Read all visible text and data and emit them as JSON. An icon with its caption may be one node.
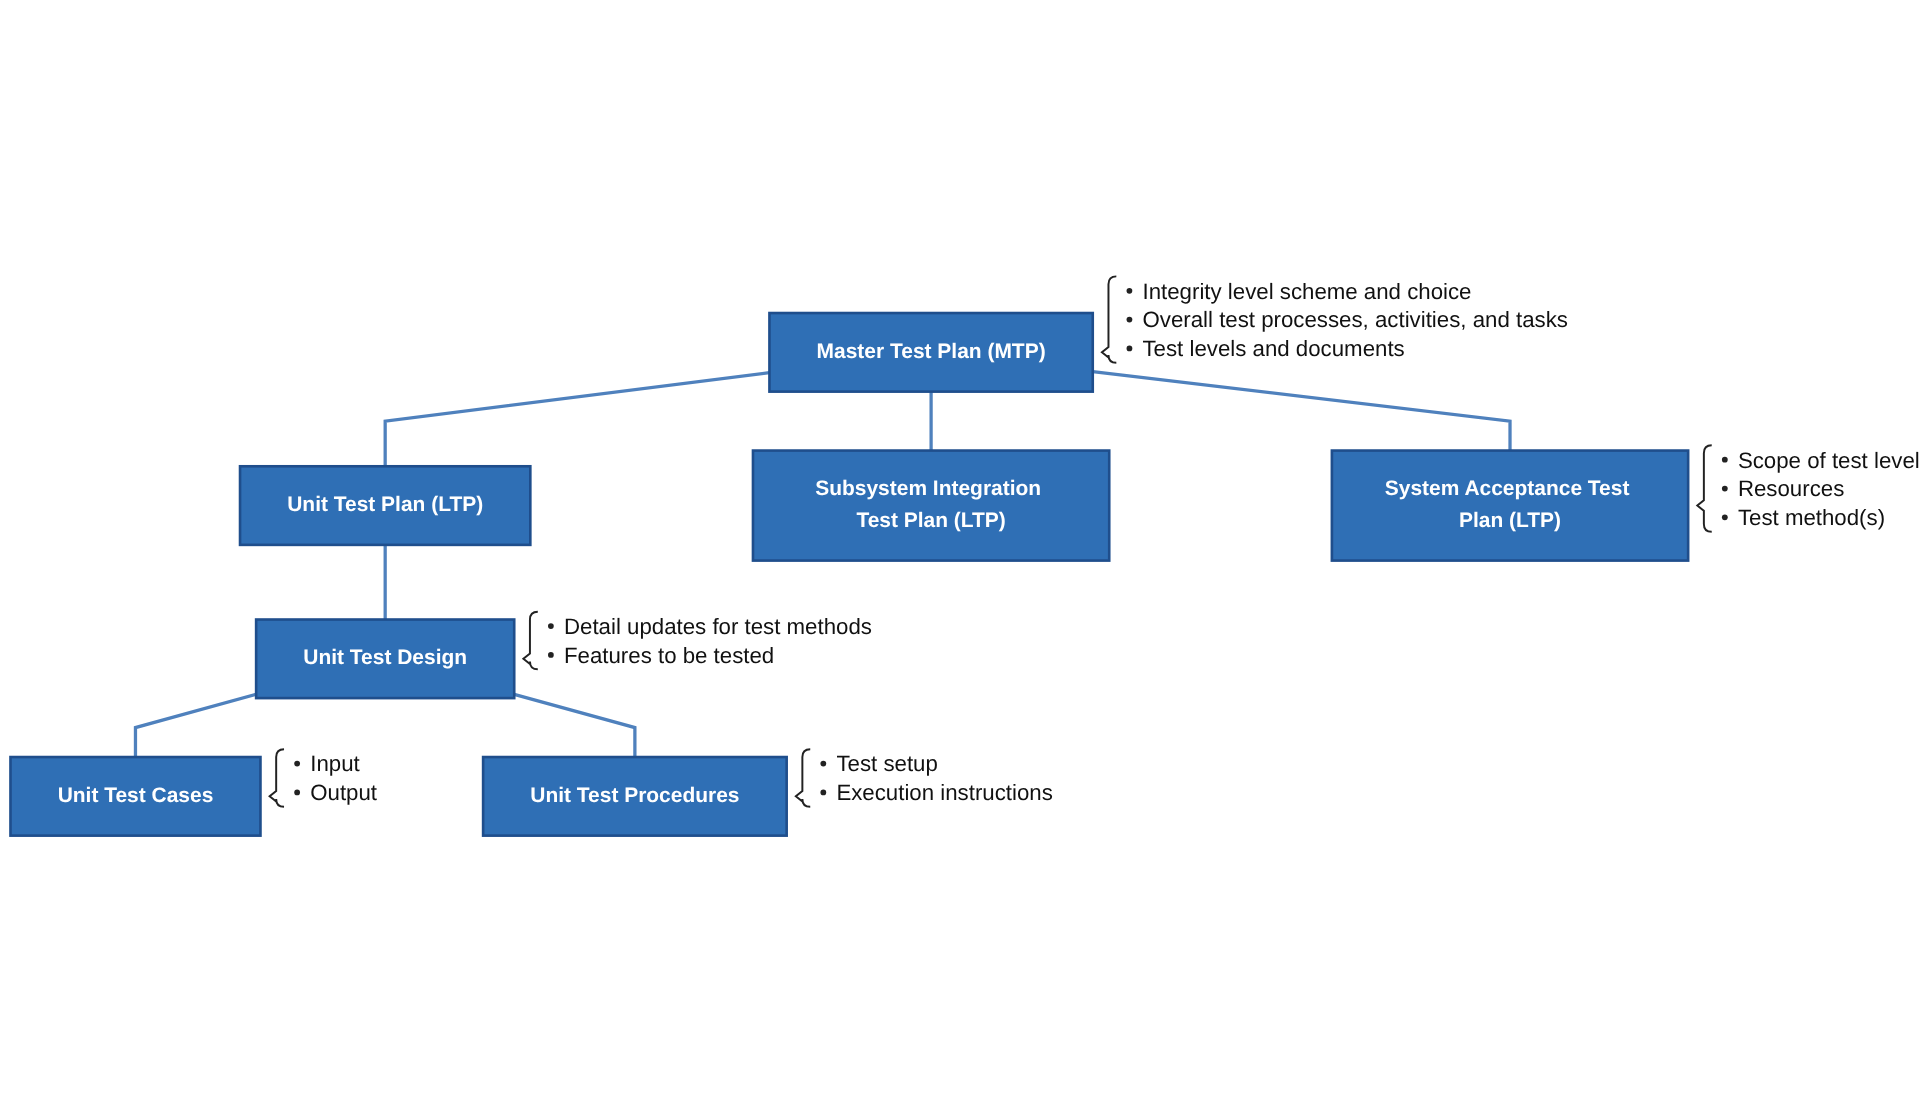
{
  "diagram": {
    "nodes": [
      {
        "text": [
          "Master Test Plan (MTP)"
        ],
        "beside": [
          "Integrity level scheme and choice",
          "Overall test processes, activities, and tasks",
          "Test levels and documents"
        ]
      },
      {
        "text": [
          "Unit Test Plan (LTP)"
        ]
      },
      {
        "text": [
          "Subsystem Integration Test Plan (LTP)"
        ]
      },
      {
        "text": [
          "System Acceptance Test Plan (LTP)"
        ],
        "beside": [
          "Scope of test level",
          "Resources",
          "Test method(s)"
        ]
      },
      {
        "text": [
          "Unit Test Design"
        ],
        "beside": [
          "Detail updates for test methods",
          "Features to be tested"
        ]
      },
      {
        "text": [
          "Unit Test Cases"
        ],
        "beside": [
          "Input",
          "Output"
        ]
      },
      {
        "text": [
          "Unit Test Procedures"
        ],
        "beside": [
          "Test setup",
          "Execution instructions"
        ]
      }
    ],
    "edges": [
      {
        "from": 0,
        "to": 1,
        "arrow": "none"
      },
      {
        "from": 0,
        "to": 2,
        "arrow": "none"
      },
      {
        "from": 0,
        "to": 3,
        "arrow": "none"
      },
      {
        "from": 1,
        "to": 4,
        "arrow": "none"
      },
      {
        "from": 4,
        "to": 5,
        "arrow": "none"
      },
      {
        "from": 4,
        "to": 6,
        "arrow": "none"
      }
    ]
  }
}
